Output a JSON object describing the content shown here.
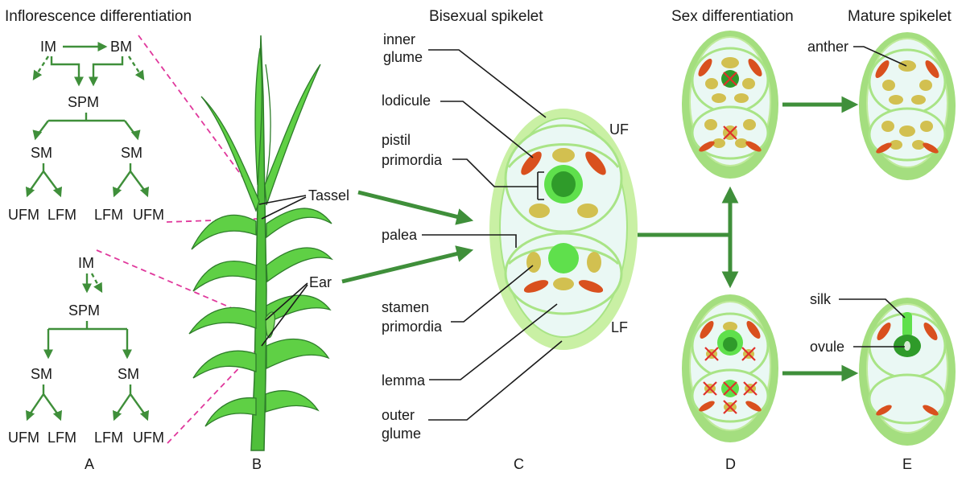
{
  "titles": {
    "inflorescence": "Inflorescence differentiation",
    "bisexual": "Bisexual spikelet",
    "sex": "Sex differentiation",
    "mature": "Mature spikelet"
  },
  "tree_top": {
    "im": "IM",
    "bm": "BM",
    "spm": "SPM",
    "sm_left": "SM",
    "sm_right": "SM",
    "leaf1": "UFM",
    "leaf2": "LFM",
    "leaf3": "LFM",
    "leaf4": "UFM"
  },
  "tree_bottom": {
    "im": "IM",
    "spm": "SPM",
    "sm_left": "SM",
    "sm_right": "SM",
    "leaf1": "UFM",
    "leaf2": "LFM",
    "leaf3": "LFM",
    "leaf4": "UFM"
  },
  "plant": {
    "tassel": "Tassel",
    "ear": "Ear"
  },
  "spikelet_labels": {
    "inner_glume_1": "inner",
    "inner_glume_2": "glume",
    "lodicule": "lodicule",
    "pistil_1": "pistil",
    "pistil_2": "primordia",
    "palea": "palea",
    "stamen_1": "stamen",
    "stamen_2": "primordia",
    "lemma": "lemma",
    "outer_glume_1": "outer",
    "outer_glume_2": "glume",
    "uf": "UF",
    "lf": "LF"
  },
  "mature_labels": {
    "anther": "anther",
    "silk": "silk",
    "ovule": "ovule"
  },
  "panel_letters": {
    "a": "A",
    "b": "B",
    "c": "C",
    "d": "D",
    "e": "E"
  },
  "colors": {
    "green_arrow": "#3f8f3a",
    "pink_dash": "#e0389c",
    "outer_glume": "#c9f0a4",
    "inner_fill": "#eaf8f4",
    "lodicule": "#d9501e",
    "stamen": "#d2c050",
    "pistil": "#5fe04c",
    "pistil_core": "#2f9b2a",
    "abort_cross": "#e0302a"
  }
}
